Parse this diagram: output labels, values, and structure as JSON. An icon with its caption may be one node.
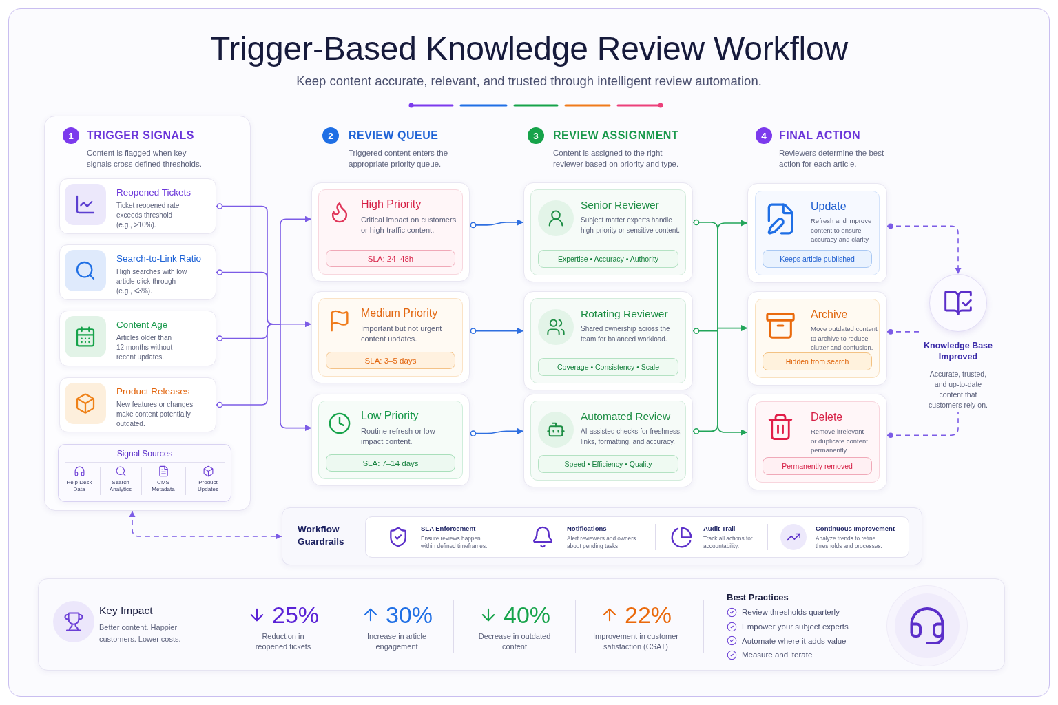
{
  "diagram": {
    "title": "Trigger-Based Knowledge Review Workflow",
    "nodes": [
      {
        "text": [
          "1",
          "TRIGGER SIGNALS",
          "Content is flagged when key signals cross defined thresholds."
        ]
      },
      {
        "text": [
          "Reopened Tickets",
          "Ticket reopened rate exceeds threshold (e.g., >10%)."
        ],
        "in": 0
      },
      {
        "text": [
          "Search-to-Link Ratio",
          "High searches with low article click-through (e.g., <3%)."
        ],
        "in": 0
      },
      {
        "text": [
          "Content Age",
          "Articles older than 12 months without recent updates."
        ],
        "in": 0
      },
      {
        "text": [
          "Product Releases",
          "New features or changes make content potentially outdated."
        ],
        "in": 0
      },
      {
        "text": [
          "Signal Sources",
          "Help Desk Data",
          "Search Analytics",
          "CMS Metadata",
          "Product Updates"
        ],
        "in": 0
      },
      {
        "text": [
          "High Priority",
          "Critical impact on customers or high-traffic content.",
          "SLA: 24–48h"
        ]
      },
      {
        "text": [
          "Medium Priority",
          "Important but not urgent content updates.",
          "SLA: 3–5 days"
        ]
      },
      {
        "text": [
          "Low Priority",
          "Routine refresh or low impact content.",
          "SLA: 7–14 days"
        ]
      },
      {
        "text": [
          "Senior Reviewer",
          "Subject matter experts handle high-priority or sensitive content.",
          "Expertise • Accuracy • Authority"
        ]
      },
      {
        "text": [
          "Rotating Reviewer",
          "Shared ownership across the team for balanced workload.",
          "Coverage • Consistency • Scale"
        ]
      },
      {
        "text": [
          "Automated Review",
          "AI-assisted checks for freshness, links, formatting, and accuracy.",
          "Speed • Efficiency • Quality"
        ]
      },
      {
        "text": [
          "Update",
          "Refresh and improve content to ensure accuracy and clarity.",
          "Keeps article published"
        ]
      },
      {
        "text": [
          "Archive",
          "Move outdated content to archive to reduce clutter and confusion.",
          "Hidden from search"
        ]
      },
      {
        "text": [
          "Delete",
          "Remove irrelevant or duplicate content permanently.",
          "Permanently removed"
        ]
      },
      {
        "text": [
          "Knowledge Base Improved",
          "Accurate, trusted, and up-to-date content that customers rely on."
        ]
      },
      {
        "text": [
          "Workflow Guardrails"
        ]
      },
      {
        "text": [
          "SLA Enforcement",
          "Ensure reviews happen within defined timeframes.",
          "Notifications",
          "Alert reviewers and owners about pending tasks.",
          "Audit Trail",
          "Track all actions for accountability.",
          "Continuous Improvement",
          "Analyze trends to refine thresholds and processes."
        ],
        "in": 16
      },
      {
        "text": [
          "Key Impact",
          "Better content. Happier customers. Lower costs.",
          "25%",
          "Reduction in reopened tickets",
          "30%",
          "Increase in article engagement",
          "40%",
          "Decrease in outdated content",
          "22%",
          "Improvement in customer satisfaction (CSAT)",
          "Best Practices",
          "Review thresholds quarterly",
          "Empower your subject experts",
          "Automate where it adds value",
          "Measure and iterate"
        ]
      }
    ],
    "edges": [
      {
        "from": 1,
        "to": 6,
        "arrow": "to"
      },
      {
        "from": 1,
        "to": 7,
        "arrow": "to"
      },
      {
        "from": 1,
        "to": 8,
        "arrow": "to"
      },
      {
        "from": 2,
        "to": 6,
        "arrow": "to"
      },
      {
        "from": 2,
        "to": 7,
        "arrow": "to"
      },
      {
        "from": 2,
        "to": 8,
        "arrow": "to"
      },
      {
        "from": 3,
        "to": 6,
        "arrow": "to"
      },
      {
        "from": 3,
        "to": 7,
        "arrow": "to"
      },
      {
        "from": 3,
        "to": 8,
        "arrow": "to"
      },
      {
        "from": 4,
        "to": 6,
        "arrow": "to"
      },
      {
        "from": 4,
        "to": 7,
        "arrow": "to"
      },
      {
        "from": 4,
        "to": 8,
        "arrow": "to"
      },
      {
        "from": 6,
        "to": 9,
        "arrow": "to",
        "color": "#2f6fe0"
      },
      {
        "from": 7,
        "to": 10,
        "arrow": "to",
        "color": "#2f6fe0"
      },
      {
        "from": 8,
        "to": 11,
        "arrow": "to",
        "color": "#2f6fe0"
      },
      {
        "from": 9,
        "to": 12,
        "arrow": "to",
        "color": "#22a55a"
      },
      {
        "from": 9,
        "to": 13,
        "arrow": "to",
        "color": "#22a55a"
      },
      {
        "from": 9,
        "to": 14,
        "arrow": "to",
        "color": "#22a55a"
      },
      {
        "from": 10,
        "to": 12,
        "arrow": "to",
        "color": "#22a55a"
      },
      {
        "from": 10,
        "to": 13,
        "arrow": "to",
        "color": "#22a55a"
      },
      {
        "from": 10,
        "to": 14,
        "arrow": "to",
        "color": "#22a55a"
      },
      {
        "from": 11,
        "to": 12,
        "arrow": "to",
        "color": "#22a55a"
      },
      {
        "from": 11,
        "to": 13,
        "arrow": "to",
        "color": "#22a55a"
      },
      {
        "from": 11,
        "to": 14,
        "arrow": "to",
        "color": "#22a55a"
      },
      {
        "from": 12,
        "to": 15,
        "arrow": "to",
        "style": "dashed"
      },
      {
        "from": 13,
        "to": 15,
        "arrow": "other",
        "style": "dashed"
      },
      {
        "from": 14,
        "to": 15,
        "arrow": "other",
        "style": "dashed"
      },
      {
        "from": 0,
        "to": 16,
        "arrow": "both",
        "style": "dashed"
      }
    ],
    "labels": [
      "Keep content accurate, relevant, and trusted through intelligent review automation.",
      "2",
      "REVIEW QUEUE",
      "Triggered content enters the appropriate priority queue.",
      "3",
      "REVIEW ASSIGNMENT",
      "Content is assigned to the right reviewer based on priority and type.",
      "4",
      "FINAL ACTION",
      "Reviewers determine the best action for each article."
    ]
  }
}
